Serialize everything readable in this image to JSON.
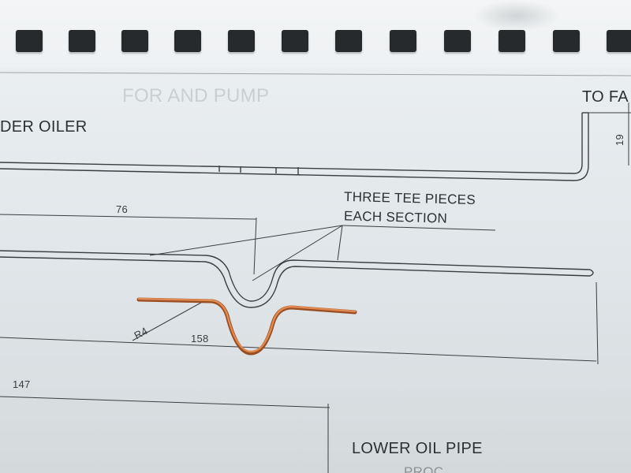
{
  "drawing": {
    "heading_partial": "DER OILER",
    "heading_faded": "FOR AND PUMP",
    "to_label": "TO FA",
    "tee_note_line1": "THREE TEE PIECES",
    "tee_note_line2": "EACH SECTION",
    "dim_76": "76",
    "dim_158": "158",
    "dim_147": "147",
    "dim_19": "19",
    "radius_label": "R4",
    "lower_pipe_label": "LOWER OIL PIPE",
    "bottom_partial": "PROC..."
  },
  "colors": {
    "paper": "#e6ebee",
    "ink": "#2d3032",
    "copper": "#c8703e",
    "holes": "#262a2c"
  }
}
